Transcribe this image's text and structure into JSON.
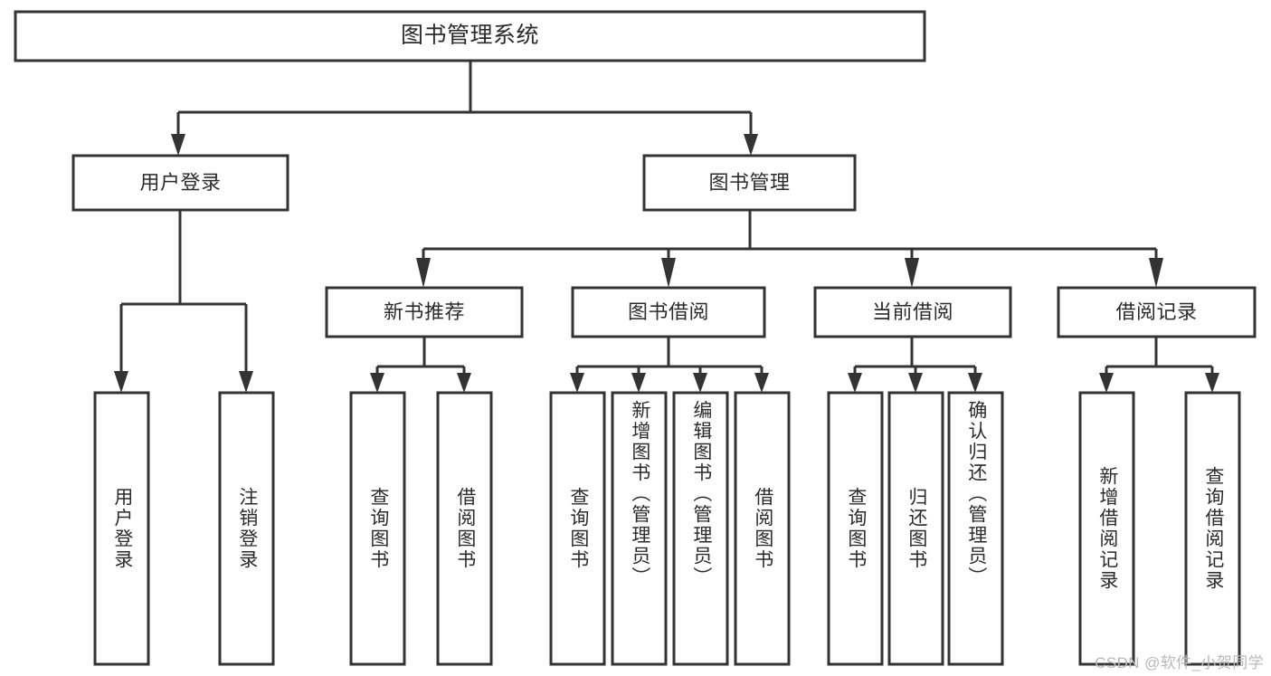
{
  "diagram": {
    "title": "图书管理系统",
    "watermark": "CSDN @软件_小贺同学",
    "stroke_color": "#333333",
    "box_fill": "#ffffff",
    "text_color": "#2b2b2b",
    "background": "#ffffff",
    "nodes": {
      "root": {
        "label": "图书管理系统"
      },
      "level1": [
        {
          "id": "user-login",
          "label": "用户登录"
        },
        {
          "id": "book-management",
          "label": "图书管理"
        }
      ],
      "level2": [
        {
          "id": "new-book-recommend",
          "label": "新书推荐"
        },
        {
          "id": "book-borrow",
          "label": "图书借阅"
        },
        {
          "id": "current-borrow",
          "label": "当前借阅"
        },
        {
          "id": "borrow-record",
          "label": "借阅记录"
        }
      ],
      "leaves": {
        "user-login": [
          {
            "id": "leaf-user-login",
            "label": "用户登录"
          },
          {
            "id": "leaf-logout",
            "label": "注销登录"
          }
        ],
        "new-book-recommend": [
          {
            "id": "leaf-query-book-1",
            "label": "查询图书"
          },
          {
            "id": "leaf-borrow-book-1",
            "label": "借阅图书"
          }
        ],
        "book-borrow": [
          {
            "id": "leaf-query-book-2",
            "label": "查询图书"
          },
          {
            "id": "leaf-add-book",
            "label": "新增图书（管理员）"
          },
          {
            "id": "leaf-edit-book",
            "label": "编辑图书（管理员）"
          },
          {
            "id": "leaf-borrow-book-2",
            "label": "借阅图书"
          }
        ],
        "current-borrow": [
          {
            "id": "leaf-query-book-3",
            "label": "查询图书"
          },
          {
            "id": "leaf-return-book",
            "label": "归还图书"
          },
          {
            "id": "leaf-confirm-return",
            "label": "确认归还（管理员）"
          }
        ],
        "borrow-record": [
          {
            "id": "leaf-add-record",
            "label": "新增借阅记录"
          },
          {
            "id": "leaf-query-record",
            "label": "查询借阅记录"
          }
        ]
      }
    }
  }
}
